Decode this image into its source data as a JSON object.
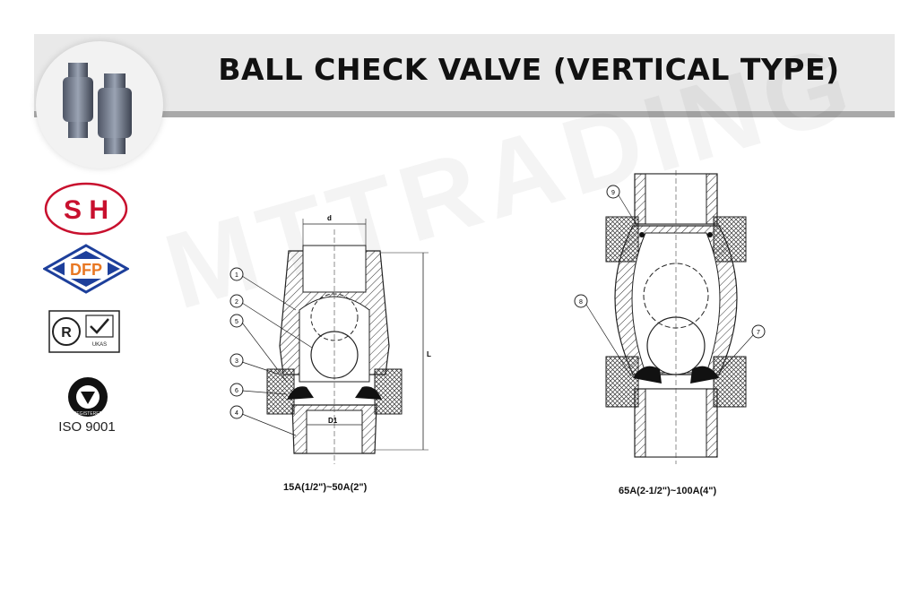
{
  "header": {
    "title": "BALL CHECK VALVE (VERTICAL TYPE)"
  },
  "logos": {
    "brand1": "S H",
    "brand2": "DFP",
    "ukas_text": "UKAS",
    "iso_label": "ISO 9001",
    "registered_text": "REGISTERED"
  },
  "watermark": "MTTRADING",
  "diagram_small": {
    "caption": "15A(1/2\")~50A(2\")",
    "dim_d": "d",
    "dim_D1": "D1",
    "dim_L": "L",
    "parts": [
      "1",
      "2",
      "5",
      "3",
      "6",
      "4"
    ]
  },
  "diagram_large": {
    "caption": "65A(2-1/2\")~100A(4\")",
    "parts": [
      "9",
      "8",
      "7"
    ]
  },
  "colors": {
    "header_bg": "#e9e9e9",
    "header_rule": "#a9a9a9",
    "logo_red": "#c8102e",
    "logo_blue": "#1d3f9b"
  }
}
